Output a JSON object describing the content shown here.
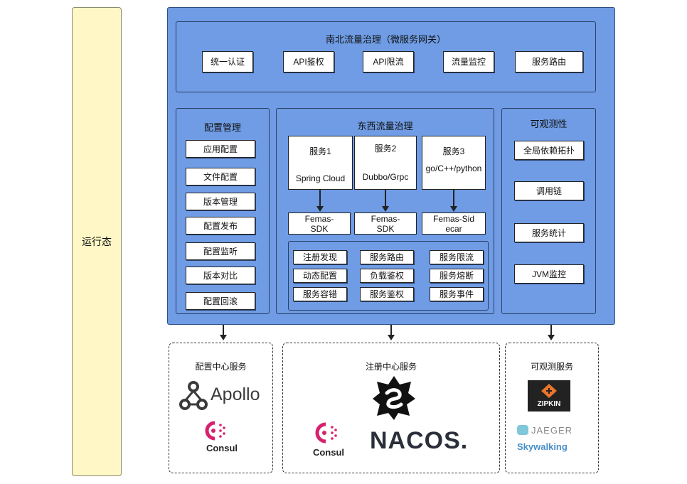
{
  "runtime_label": "运行态",
  "north_south": {
    "title": "南北流量治理（微服务网关）",
    "items": [
      "统一认证",
      "API鉴权",
      "API限流",
      "流量监控",
      "服务路由"
    ]
  },
  "config_mgmt": {
    "title": "配置管理",
    "items": [
      "应用配置",
      "文件配置",
      "版本管理",
      "配置发布",
      "配置监听",
      "版本对比",
      "配置回滚"
    ]
  },
  "east_west": {
    "title": "东西流量治理",
    "services": [
      {
        "name": "服务1",
        "stack": "Spring Cloud",
        "sdk": "Femas-SDK"
      },
      {
        "name": "服务2",
        "stack": "Dubbo/Grpc",
        "sdk": "Femas-SDK"
      },
      {
        "name": "服务3",
        "stack": "go/C++/python",
        "sdk": "Femas-Sidecar"
      }
    ],
    "capabilities": [
      [
        "注册发现",
        "服务路由",
        "服务限流"
      ],
      [
        "动态配置",
        "负载鉴权",
        "服务熔断"
      ],
      [
        "服务容错",
        "服务鉴权",
        "服务事件"
      ]
    ]
  },
  "observability": {
    "title": "可观测性",
    "items": [
      "全局依赖拓扑",
      "调用链",
      "服务统计",
      "JVM监控"
    ]
  },
  "config_center": {
    "title": "配置中心服务",
    "logos": [
      "Apollo",
      "Consul"
    ]
  },
  "registry_center": {
    "title": "注册中心服务",
    "logos": [
      "Consul",
      "NACOS."
    ]
  },
  "observe_center": {
    "title": "可观测服务",
    "logos": [
      "ZIPKIN",
      "JAEGER",
      "Skywalking"
    ]
  },
  "colors": {
    "panel_blue": "#6f9ce4",
    "runtime_yellow": "#fff8c6",
    "apollo_dark": "#3a3a3a",
    "consul_magenta": "#d6216e",
    "nacos_blue": "#2b6cd8"
  }
}
